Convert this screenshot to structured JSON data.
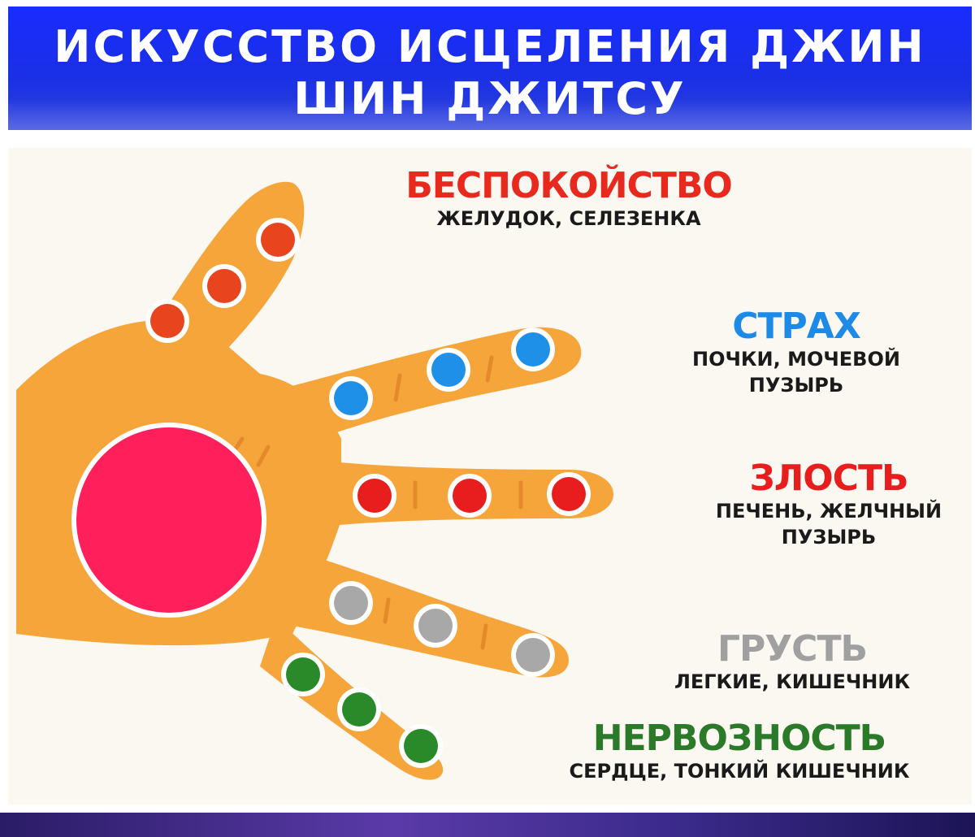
{
  "banner": {
    "title_line1": "ИСКУССТВО ИСЦЕЛЕНИЯ ДЖИН",
    "title_line2": "ШИН ДЖИТСУ"
  },
  "palm": {
    "color": "#ff1f5a"
  },
  "hand_color": "#f5a53a",
  "fingers": [
    {
      "emotion": "БЕСПОКОЙСТВО",
      "organs_line1": "ЖЕЛУДОК, СЕЛЕЗЕНКА",
      "organs_line2": "",
      "color": "#e8451e",
      "points": 3
    },
    {
      "emotion": "СТРАХ",
      "organs_line1": "ПОЧКИ, МОЧЕВОЙ",
      "organs_line2": "ПУЗЫРЬ",
      "color": "#1e90e8",
      "points": 3
    },
    {
      "emotion": "ЗЛОСТЬ",
      "organs_line1": "ПЕЧЕНЬ, ЖЕЛЧНЫЙ",
      "organs_line2": "ПУЗЫРЬ",
      "color": "#e81e1e",
      "points": 3
    },
    {
      "emotion": "ГРУСТЬ",
      "organs_line1": "ЛЕГКИЕ, КИШЕЧНИК",
      "organs_line2": "",
      "color": "#a8a8a8",
      "points": 3
    },
    {
      "emotion": "НЕРВОЗНОСТЬ",
      "organs_line1": "СЕРДЦЕ, ТОНКИЙ КИШЕЧНИК",
      "organs_line2": "",
      "color": "#2a8a2a",
      "points": 3
    }
  ]
}
